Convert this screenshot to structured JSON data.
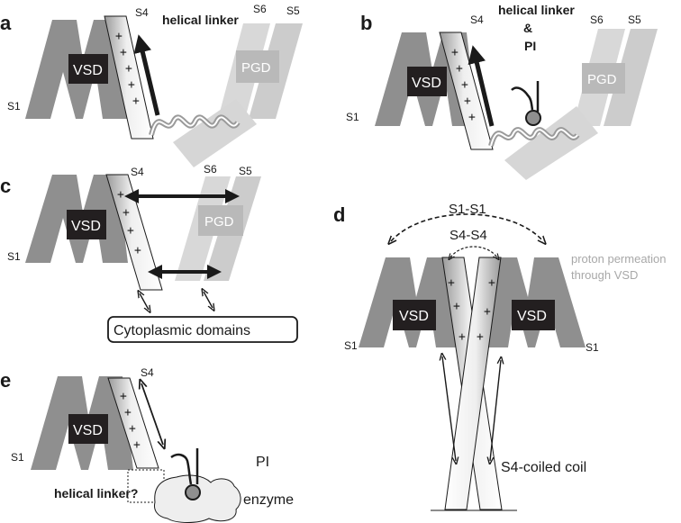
{
  "panels": {
    "a": "a",
    "b": "b",
    "c": "c",
    "d": "d",
    "e": "e"
  },
  "labels": {
    "s1": "S1",
    "s4": "S4",
    "s5": "S5",
    "s6": "S6",
    "vsd": "VSD",
    "pgd": "PGD",
    "plus": "+",
    "helical_linker": "helical linker",
    "amp": "&",
    "pi": "PI",
    "cytoplasmic_domains": "Cytoplasmic domains",
    "s1_s1": "S1-S1",
    "s4_s4": "S4-S4",
    "proton_line1": "proton permeation",
    "proton_line2": "through VSD",
    "s4_coiled_coil": "S4-coiled coil",
    "helical_linker_q": "helical linker?",
    "enzyme": "enzyme"
  },
  "colors": {
    "vsd_gray": "#8f8f8f",
    "pgd_gray": "#d6d6d6",
    "box_dark": "#231f20",
    "pgd_box": "#b9b9b9"
  }
}
